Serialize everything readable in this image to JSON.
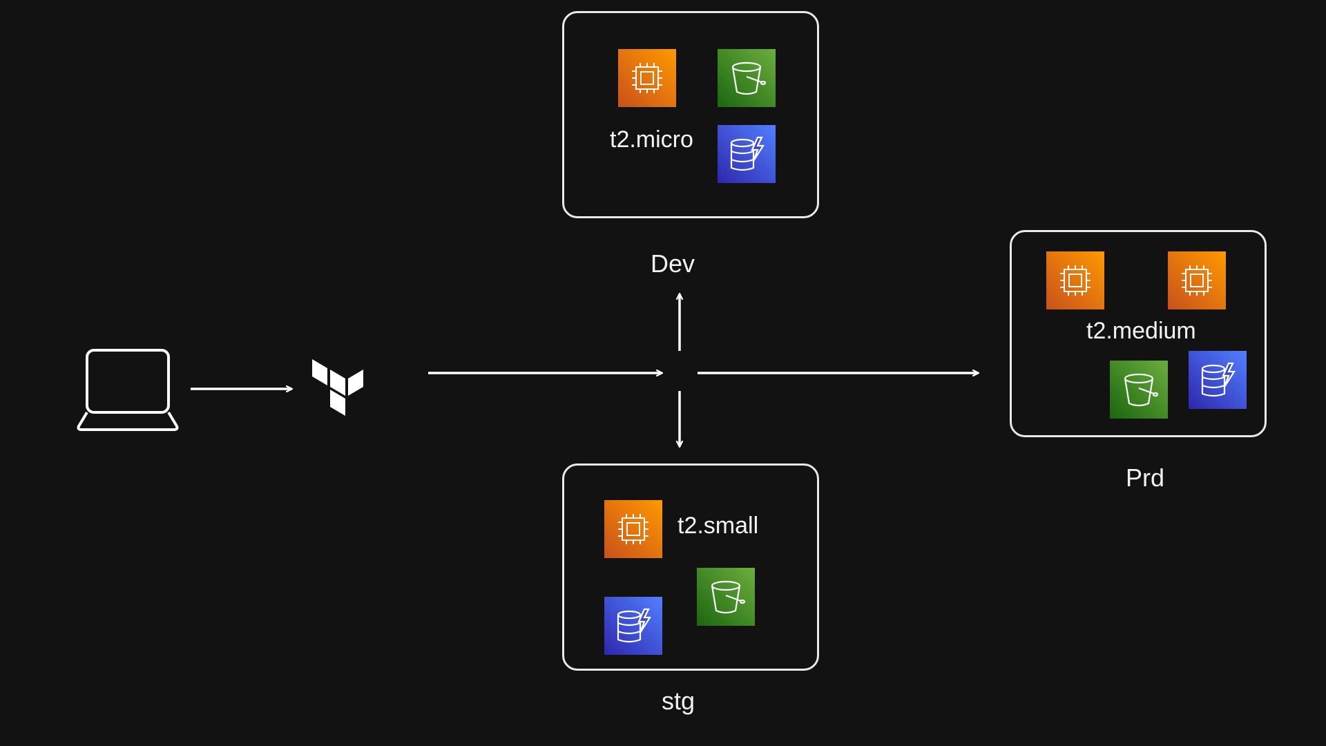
{
  "diagram": {
    "source": {
      "icon": "laptop-icon"
    },
    "tool": {
      "icon": "terraform-logo-icon"
    },
    "environments": {
      "dev": {
        "label": "Dev",
        "instance_type": "t2.micro",
        "icons": [
          "ec2-icon",
          "s3-bucket-icon",
          "dynamodb-icon"
        ]
      },
      "stg": {
        "label": "stg",
        "instance_type": "t2.small",
        "icons": [
          "ec2-icon",
          "dynamodb-icon",
          "s3-bucket-icon"
        ]
      },
      "prd": {
        "label": "Prd",
        "instance_type": "t2.medium",
        "icons": [
          "ec2-icon",
          "ec2-icon",
          "s3-bucket-icon",
          "dynamodb-icon"
        ]
      }
    },
    "colors": {
      "background": "#121212",
      "line": "#ffffff",
      "ec2_orange": "#ec7211",
      "s3_green": "#3f8624",
      "dynamodb_blue": "#3b48cc"
    }
  }
}
